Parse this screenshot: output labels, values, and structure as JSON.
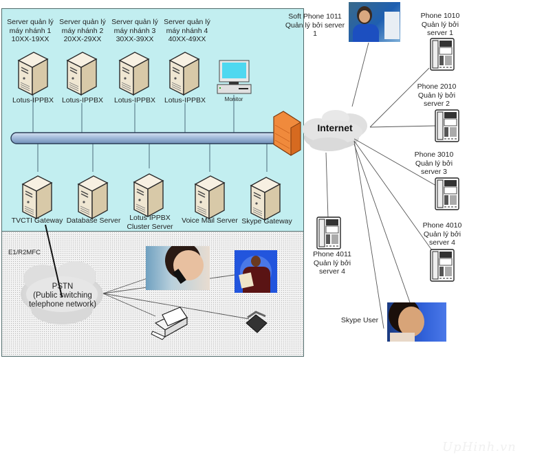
{
  "servers_top": [
    {
      "title": "Server quản lý\nmáy nhánh 1\n10XX-19XX",
      "label": "Lotus-IPPBX"
    },
    {
      "title": "Server quản lý\nmáy nhánh 2\n20XX-29XX",
      "label": "Lotus-IPPBX"
    },
    {
      "title": "Server quản lý\nmáy nhánh 3\n30XX-39XX",
      "label": "Lotus-IPPBX"
    },
    {
      "title": "Server quản lý\nmáy nhánh 4\n40XX-49XX",
      "label": "Lotus-IPPBX"
    }
  ],
  "monitor_label": "Monitor",
  "servers_bottom": [
    {
      "label": "TVCTI Gateway"
    },
    {
      "label": "Database Server"
    },
    {
      "label": "Lotus IPPBX\nCluster Server"
    },
    {
      "label": "Voice Mail Server"
    },
    {
      "label": "Skype Gateway"
    }
  ],
  "pstn": {
    "trunk_label": "E1/R2MFC",
    "cloud_label": "PSTN\n(Public switching\ntelephone network)"
  },
  "internet_label": "Internet",
  "remote": {
    "softphone": "Soft Phone 1011\nQuản lý bởi server\n1",
    "phones": [
      {
        "label": "Phone 1010\nQuản lý bởi\nserver 1"
      },
      {
        "label": "Phone 2010\nQuản lý bởi\nserver 2"
      },
      {
        "label": "Phone 3010\nQuản lý bởi\nserver 3"
      },
      {
        "label": "Phone 4010\nQuản lý bởi\nserver 4"
      },
      {
        "label": "Phone 4011\nQuản lý bởi\nserver 4"
      }
    ],
    "skype_user": "Skype User"
  },
  "watermark": "UpHinh.vn",
  "colors": {
    "lan_bg": "#c2eef0",
    "bus": "#9fb8d8",
    "firewall": "#f08a3c",
    "server_body": "#efe6d2"
  }
}
